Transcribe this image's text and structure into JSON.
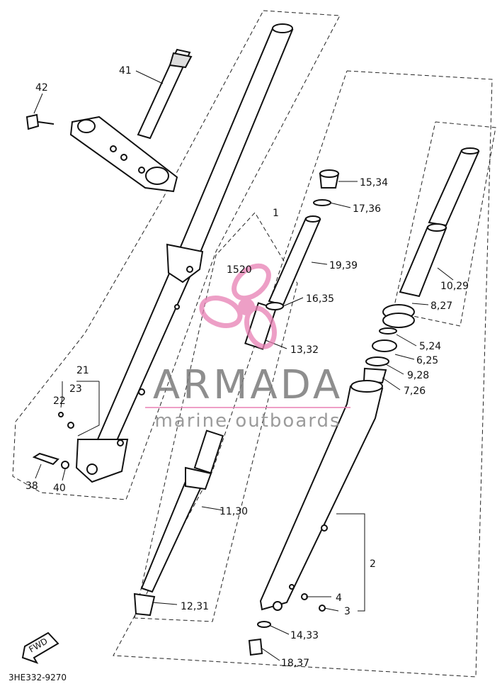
{
  "diagram_code": "3HE332-9270",
  "direction_badge": "FWD",
  "watermark": {
    "brand": "ARMADA",
    "tagline": "marine outboards",
    "accent_color": "#e87fb3",
    "text_color": "#7b7b7b"
  },
  "part_labels": {
    "p41": "41",
    "p42": "42",
    "p1": "1",
    "p1520": "1520",
    "p15_34": "15,34",
    "p17_36": "17,36",
    "p19_39": "19,39",
    "p16_35": "16,35",
    "p13_32": "13,32",
    "p10_29": "10,29",
    "p8_27": "8,27",
    "p5_24": "5,24",
    "p6_25": "6,25",
    "p9_28": "9,28",
    "p7_26": "7,26",
    "p21": "21",
    "p23": "23",
    "p22": "22",
    "p38": "38",
    "p40": "40",
    "p11_30": "11,30",
    "p12_31": "12,31",
    "p2": "2",
    "p4": "4",
    "p3": "3",
    "p14_33": "14,33",
    "p18_37": "18,37"
  }
}
